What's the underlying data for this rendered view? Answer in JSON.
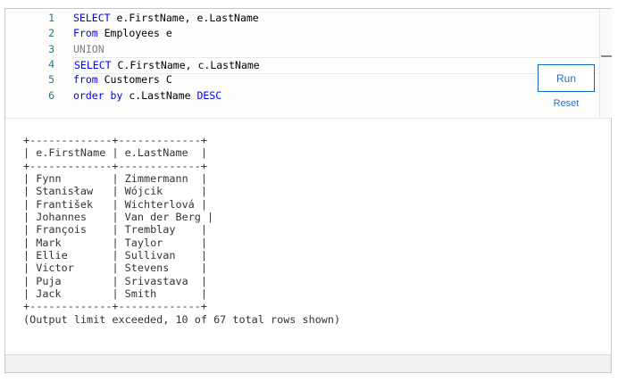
{
  "editor": {
    "lines": [
      {
        "n": "1",
        "tokens": [
          {
            "t": "SELECT",
            "c": "kw"
          },
          {
            "t": " e.FirstName, e.LastName",
            "c": "id"
          }
        ]
      },
      {
        "n": "2",
        "tokens": [
          {
            "t": "From",
            "c": "kw"
          },
          {
            "t": " Employees e",
            "c": "id"
          }
        ]
      },
      {
        "n": "3",
        "tokens": [
          {
            "t": "UNION",
            "c": "gr"
          }
        ]
      },
      {
        "n": "4",
        "tokens": [
          {
            "t": "SELECT",
            "c": "kw"
          },
          {
            "t": " C.FirstName, c.LastName",
            "c": "id"
          }
        ]
      },
      {
        "n": "5",
        "tokens": [
          {
            "t": "from",
            "c": "kw"
          },
          {
            "t": " Customers C",
            "c": "id"
          }
        ]
      },
      {
        "n": "6",
        "tokens": [
          {
            "t": "order by",
            "c": "kw"
          },
          {
            "t": " c.LastName ",
            "c": "id"
          },
          {
            "t": "DESC",
            "c": "kw"
          }
        ]
      }
    ],
    "active_line": 4
  },
  "buttons": {
    "run": "Run",
    "reset": "Reset"
  },
  "result": {
    "columns": [
      "e.FirstName",
      "e.LastName"
    ],
    "rows": [
      [
        "Fynn",
        "Zimmermann"
      ],
      [
        "Stanisław",
        "Wójcik"
      ],
      [
        "František",
        "Wichterlová"
      ],
      [
        "Johannes",
        "Van der Berg"
      ],
      [
        "François",
        "Tremblay"
      ],
      [
        "Mark",
        "Taylor"
      ],
      [
        "Ellie",
        "Sullivan"
      ],
      [
        "Victor",
        "Stevens"
      ],
      [
        "Puja",
        "Srivastava"
      ],
      [
        "Jack",
        "Smith"
      ]
    ],
    "message": "(Output limit exceeded, 10 of 67 total rows shown)"
  }
}
